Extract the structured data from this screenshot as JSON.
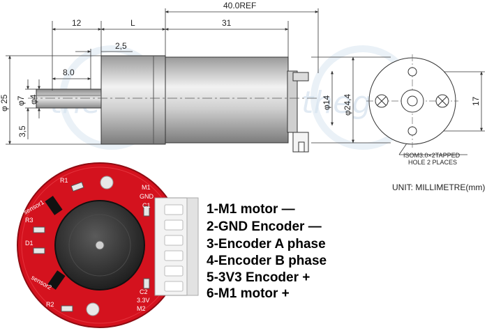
{
  "drawing": {
    "overall_length": "40.0REF",
    "dim_top_left": "12",
    "dim_top_L": "L",
    "dim_top_31": "31",
    "dim_shoulder": "2,5",
    "dim_shaft_len": "8.0",
    "dim_dia_25": "φ 25",
    "dim_dia_7": "φ7",
    "dim_dia_4": "φ4",
    "dim_flat": "3,5",
    "dim_dia_14": "φ14",
    "dim_dia_244": "φ24,4",
    "dim_17": "17",
    "note_line1": "ISOM3.0×2TAPPED",
    "note_line2": "HOLE 2 PLACES",
    "unit": "UNIT: MILLIMETRE(mm)",
    "watermark": "thegioiic"
  },
  "board": {
    "silk": [
      "R1",
      "M1",
      "GND",
      "C1",
      "sensor1",
      "R3",
      "D1",
      "sensor2",
      "C2",
      "3.3V",
      "M2",
      "R2"
    ],
    "pins": [
      "1-M1 motor  —",
      "2-GND Encoder —",
      "3-Encoder A phase",
      "4-Encoder B phase",
      "5-3V3 Encoder +",
      "6-M1 motor  +"
    ]
  },
  "colors": {
    "pcb": "#d4121e",
    "magnet": "#3a3a3a",
    "connector": "#f3f3f3",
    "line": "#333333"
  }
}
